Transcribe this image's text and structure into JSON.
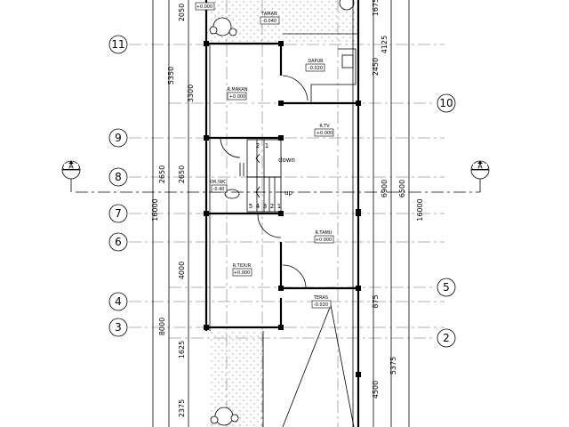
{
  "grid_left": [
    "11",
    "9",
    "8",
    "7",
    "6",
    "4",
    "3"
  ],
  "grid_right": [
    "10",
    "5",
    "2"
  ],
  "section_marker": "A",
  "dims_left": {
    "d2050": "2050",
    "d5350": "5350",
    "d3300": "3300",
    "d2650a": "2650",
    "d2650b": "2650",
    "d16000": "16000",
    "d4000": "4000",
    "d8000": "8000",
    "d1625": "1625",
    "d2375": "2375"
  },
  "dims_right": {
    "d1675": "1675",
    "d4125": "4125",
    "d2450": "2450",
    "d6900": "6900",
    "d6500": "6500",
    "d16000": "16000",
    "d875": "875",
    "d4500": "4500",
    "d5375": "5375"
  },
  "rooms": {
    "garden_top_level": "+0.000",
    "taman": {
      "name": "TAMAN",
      "level": "-0.040"
    },
    "dapur": {
      "name": "DAPUR",
      "level": "-0.020"
    },
    "r_makan": {
      "name": "R.MAKAN",
      "level": "+0.000"
    },
    "r_tv": {
      "name": "R.TV",
      "level": "+0.000"
    },
    "km_wc": {
      "name": "KM./WC",
      "level": "-0.40"
    },
    "r_tamu": {
      "name": "R.TAMU",
      "level": "+0.000"
    },
    "r_tidur": {
      "name": "R.TIDUR",
      "level": "+0.000"
    },
    "teras": {
      "name": "TERAS",
      "level": "-0.020"
    }
  },
  "stairs": {
    "down_label": "down",
    "up_label": "up",
    "down_steps": [
      "2",
      "1"
    ],
    "up_steps": [
      "5",
      "4",
      "3",
      "2",
      "1"
    ]
  }
}
